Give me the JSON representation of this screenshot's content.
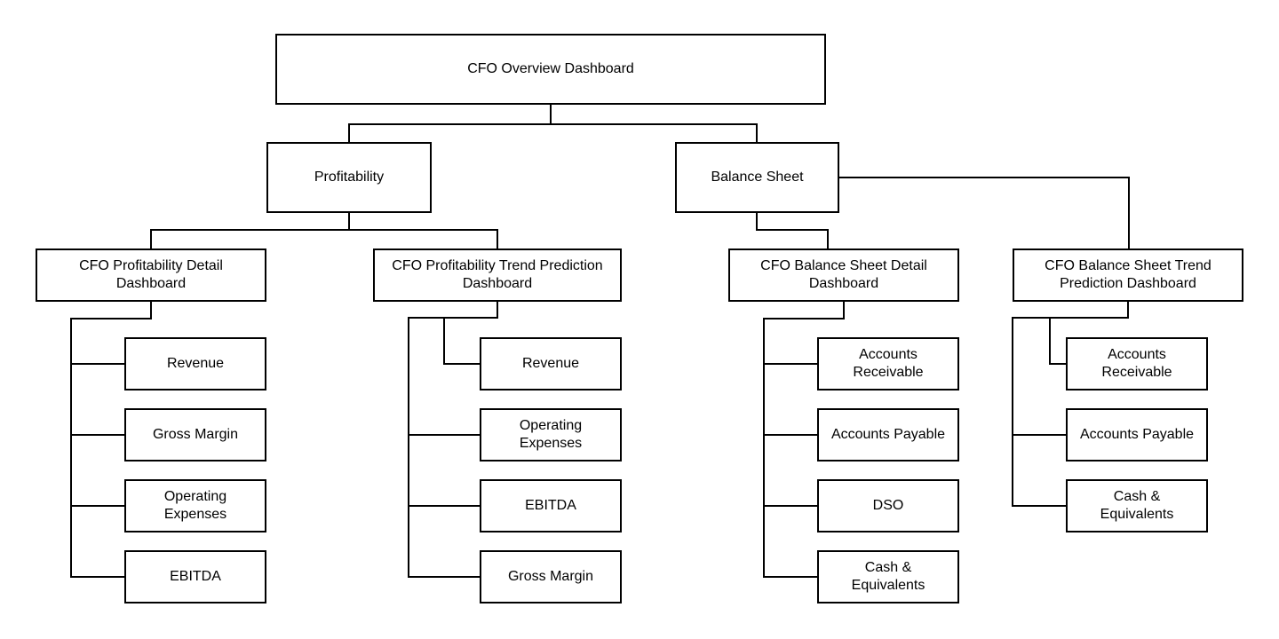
{
  "diagram": {
    "type": "hierarchy-flowchart",
    "nodes": {
      "overview": "CFO Overview Dashboard",
      "profitability": "Profitability",
      "balance_sheet": "Balance Sheet",
      "profitability_detail": "CFO Profitability Detail\nDashboard",
      "profitability_trend": "CFO Profitability Trend Prediction\nDashboard",
      "balance_detail": "CFO Balance Sheet Detail\nDashboard",
      "balance_trend": "CFO Balance Sheet Trend\nPrediction Dashboard"
    },
    "leaves": {
      "profitability_detail": [
        "Revenue",
        "Gross Margin",
        "Operating\nExpenses",
        "EBITDA"
      ],
      "profitability_trend": [
        "Revenue",
        "Operating\nExpenses",
        "EBITDA",
        "Gross Margin"
      ],
      "balance_detail": [
        "Accounts\nReceivable",
        "Accounts Payable",
        "DSO",
        "Cash &\nEquivalents"
      ],
      "balance_trend": [
        "Accounts\nReceivable",
        "Accounts Payable",
        "Cash &\nEquivalents"
      ]
    },
    "colors": {
      "line": "#000000",
      "box_border": "#000000",
      "box_fill": "#ffffff",
      "text": "#000000",
      "canvas": "#ffffff"
    }
  }
}
